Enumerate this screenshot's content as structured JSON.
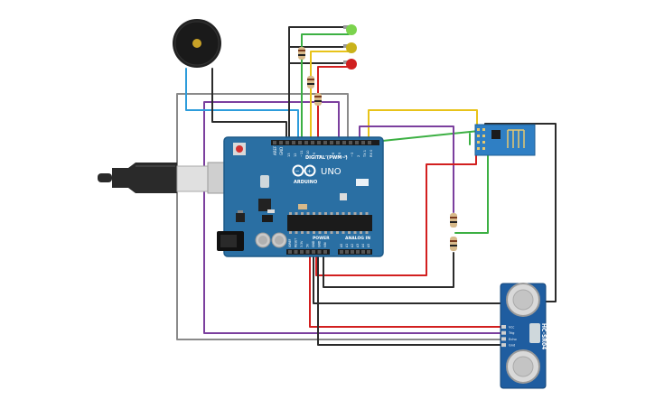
{
  "arduino": {
    "model": "UNO",
    "brand": "ARDUINO",
    "digital_header_label": "DIGITAL (PWM~)",
    "power_header_label": "POWER",
    "analog_header_label": "ANALOG IN",
    "aref_label": "AREF",
    "gnd_label": "GND",
    "digital_pin_labels": [
      "13",
      "12",
      "~11",
      "~10",
      "~9",
      "8",
      "7",
      "~6",
      "~5",
      "4",
      "~3",
      "2",
      "TX 1",
      "RX 0"
    ],
    "power_pin_labels": [
      "IOREF",
      "RESET",
      "3.3V",
      "5V",
      "GND",
      "GND",
      "VIN"
    ],
    "analog_pin_labels": [
      "A0",
      "A1",
      "A2",
      "A3",
      "A4",
      "A5"
    ]
  },
  "sensor": {
    "model": "HC-SR04",
    "pin_labels": [
      "Vcc",
      "Trig",
      "Echo",
      "Gnd"
    ]
  },
  "colors": {
    "board": "#2a6fa3",
    "board_edge": "#1d5a88",
    "wire_black": "#2b2b2b",
    "wire_red": "#d21f1f",
    "wire_purple": "#7b3f9e",
    "wire_gray": "#8a8a8a",
    "wire_blue": "#2d9cdb",
    "wire_green": "#3cb043",
    "wire_yellow": "#e8c31a",
    "led_green": "#7bd34d",
    "led_yellow": "#c9b21a",
    "led_red": "#d02020",
    "wifi_module": "#2f7fc4"
  }
}
